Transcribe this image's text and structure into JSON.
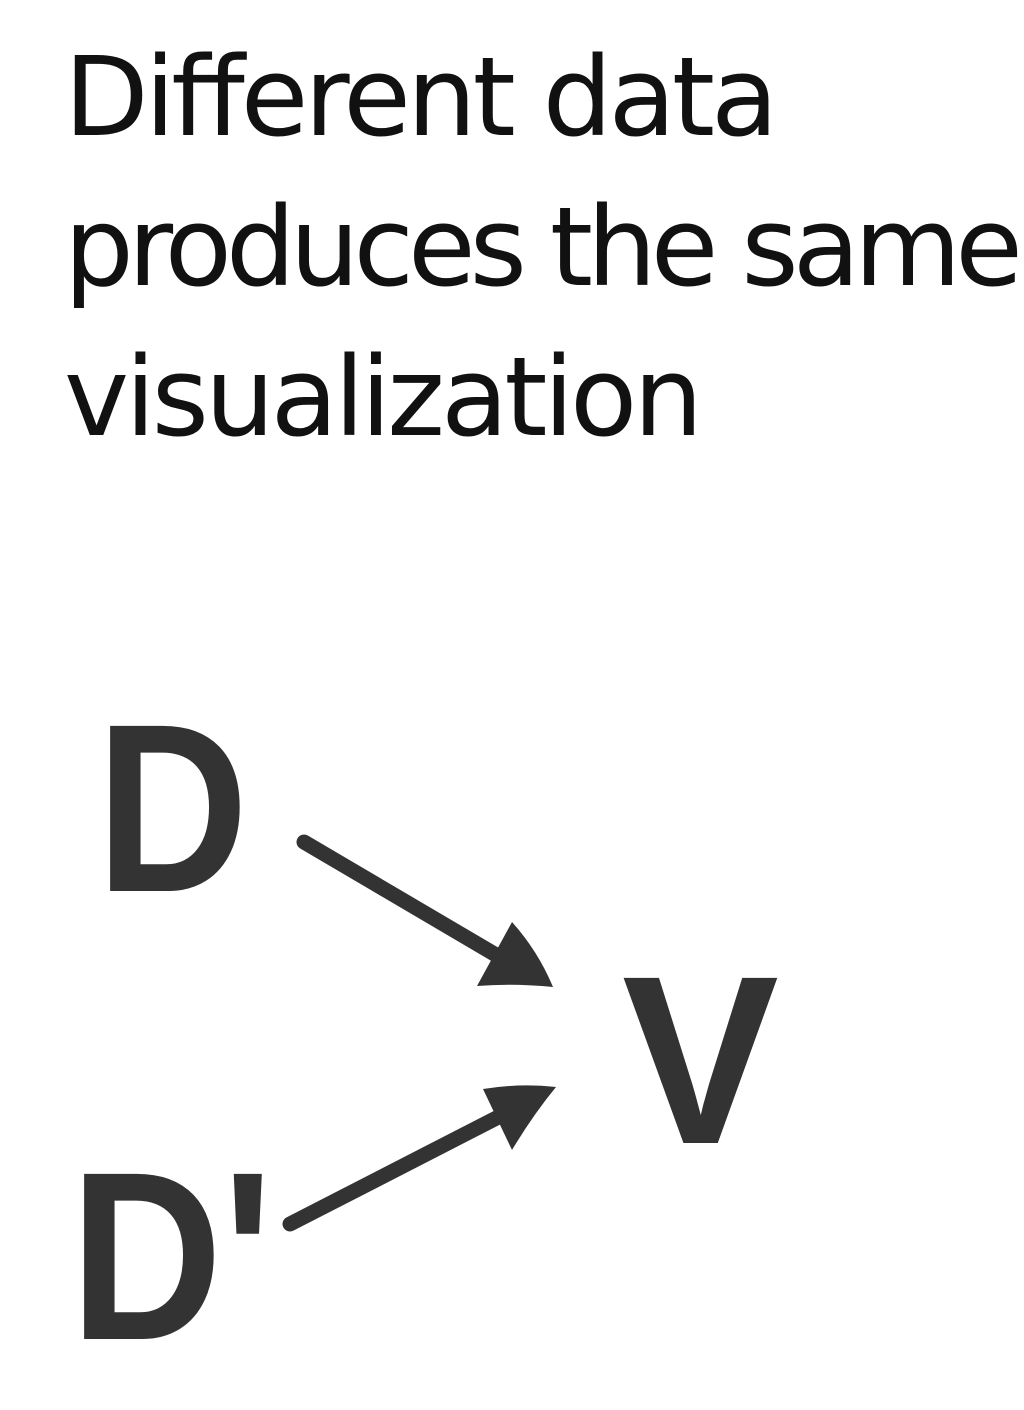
{
  "title": {
    "line1": "Different data",
    "line2": "produces the same",
    "line3": "visualization"
  },
  "diagram": {
    "node_d": "D",
    "node_d_prime": "D'",
    "node_v": "V",
    "edges": [
      {
        "from": "D",
        "to": "V"
      },
      {
        "from": "D'",
        "to": "V"
      }
    ],
    "color": "#333333"
  }
}
